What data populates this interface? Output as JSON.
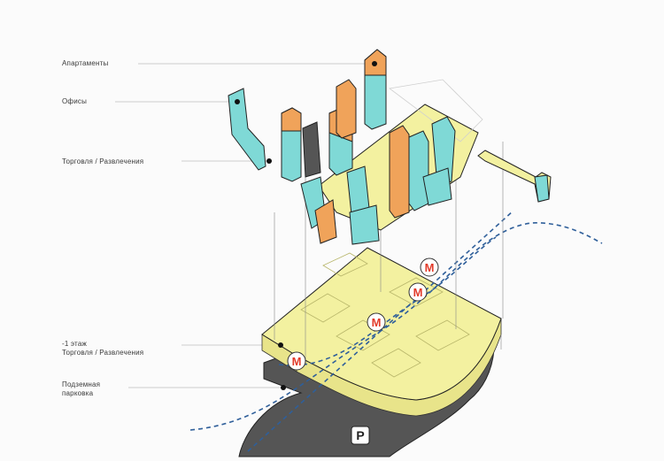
{
  "labels": {
    "apartments": "Апартаменты",
    "offices": "Офисы",
    "retail": "Торговля / Развлечения",
    "minus1_line1": "-1 этаж",
    "minus1_line2": "Торговля / Развлечения",
    "parking_line1": "Подземная",
    "parking_line2": "парковка"
  },
  "metro_symbol": "M",
  "parking_symbol": "P",
  "colors": {
    "teal": "#7fd9d6",
    "orange": "#f0a35a",
    "yellow": "#f3f1a0",
    "dark": "#555555",
    "metro_red": "#e23b2a",
    "route_blue": "#2f5f9a"
  }
}
